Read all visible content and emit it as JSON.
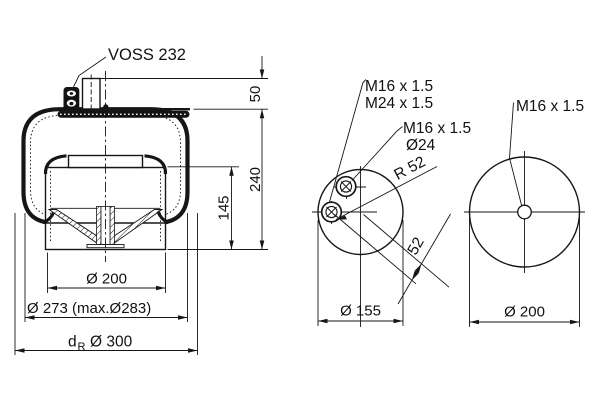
{
  "drawing": {
    "fitting_label": "VOSS 232",
    "colors": {
      "line": "#161616",
      "text": "#111111",
      "background": "#ffffff"
    },
    "left_view": {
      "dim_stud_height": "50",
      "dim_total_height": "240",
      "dim_piston_height": "145",
      "dim_piston_diameter": "Ø 200",
      "dim_bellows_diameter": "Ø 273 (max.Ø283)",
      "dim_rolling_prefix": "d",
      "dim_rolling_sub": "R",
      "dim_rolling_value": "Ø 300"
    },
    "port_view": {
      "label_combo_port_line1": "M16 x 1.5",
      "label_combo_port_line2": "M24 x 1.5",
      "label_spigot_port_line1": "M16 x 1.5",
      "label_spigot_port_line2": "Ø24",
      "label_bolt_circle_radius": "R 52",
      "dim_port_offset": "52",
      "dim_flange_diameter": "Ø 155"
    },
    "plate_view": {
      "label_center_port": "M16 x 1.5",
      "dim_plate_diameter": "Ø 200"
    }
  }
}
